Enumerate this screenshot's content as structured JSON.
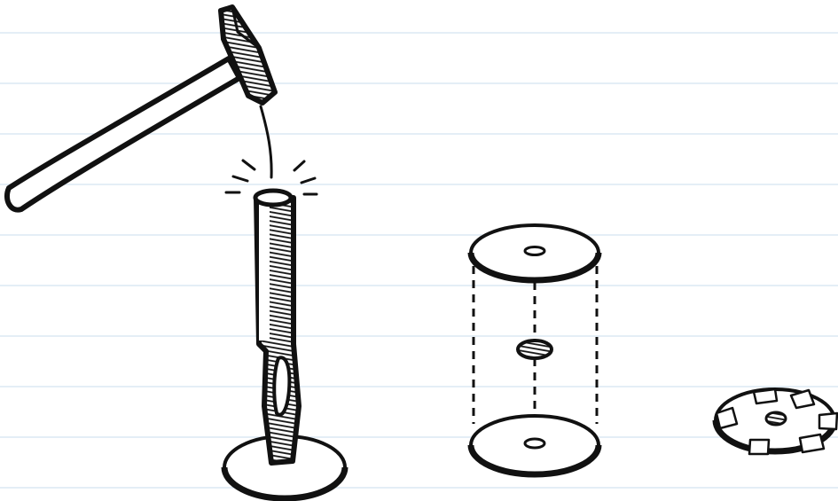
{
  "canvas": {
    "background": "#ffffff",
    "ruled_line_color": "#dbe8f4"
  },
  "colors": {
    "ink": "#111111",
    "fill": "#ffffff"
  },
  "steps": [
    {
      "id": "punch-hole",
      "icons": [
        "hammer-icon",
        "hollow-punch-icon",
        "disc-icon"
      ]
    },
    {
      "id": "stack-discs",
      "icons": [
        "disc-icon",
        "washer-icon",
        "disc-icon"
      ]
    },
    {
      "id": "finished-disc",
      "icons": [
        "taped-disc-icon"
      ]
    }
  ]
}
